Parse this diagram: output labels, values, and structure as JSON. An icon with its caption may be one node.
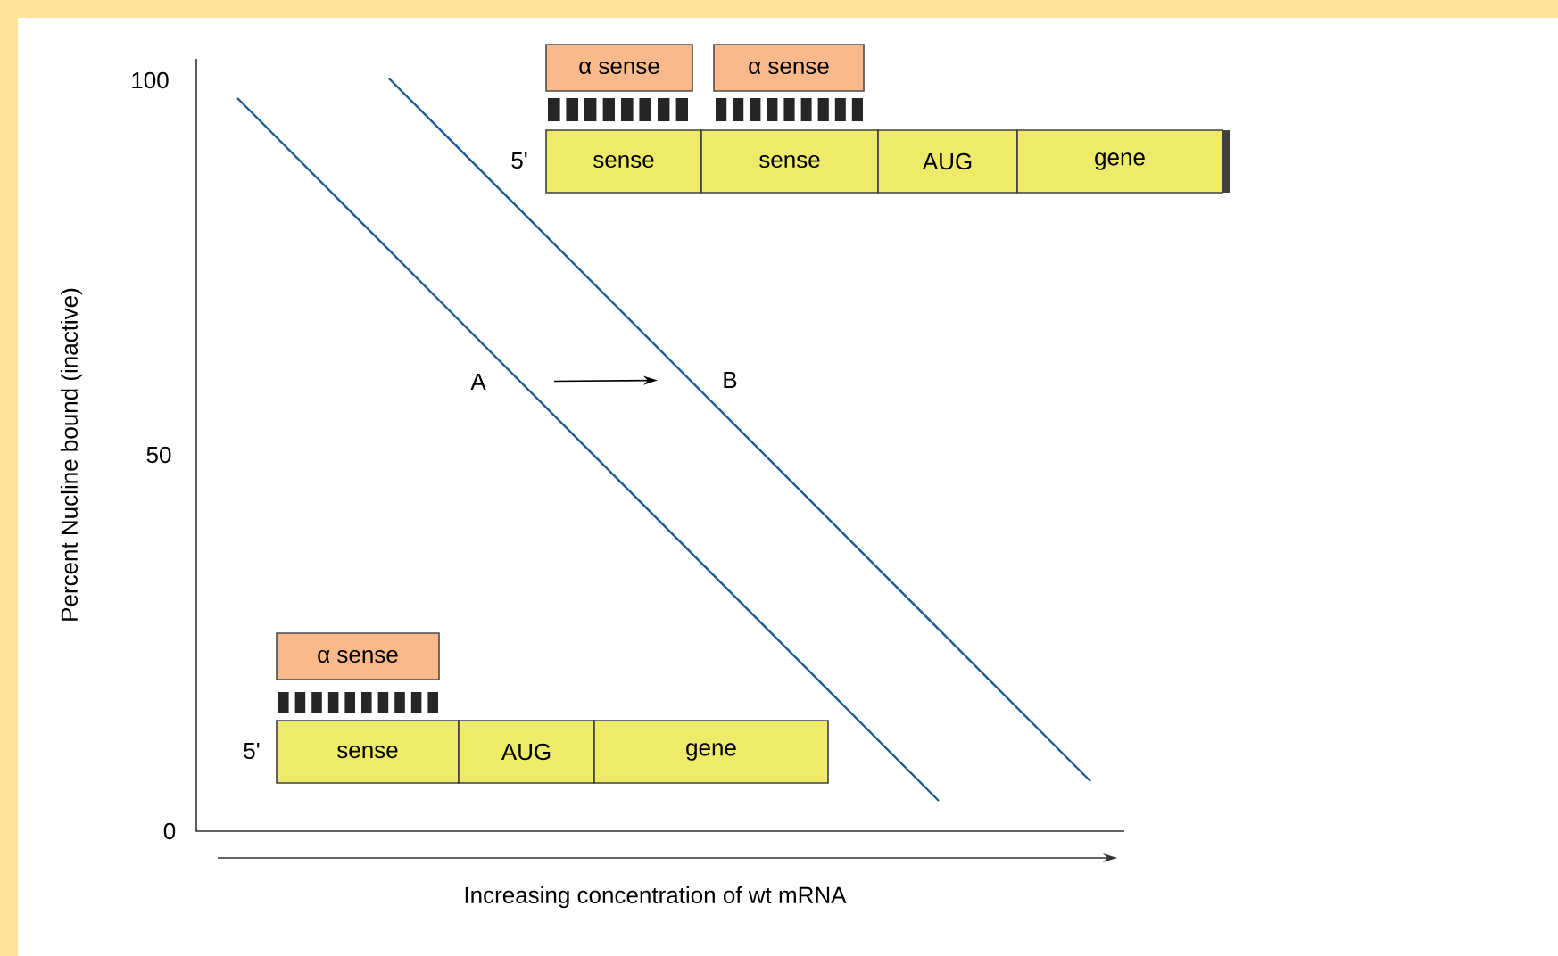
{
  "diagram": {
    "nodes": [
      {
        "text": [
          "α sense"
        ]
      },
      {
        "text": [
          "α sense"
        ]
      },
      {
        "text": [
          "sense"
        ]
      },
      {
        "text": [
          "sense"
        ]
      },
      {
        "text": [
          "AUG"
        ]
      },
      {
        "text": [
          "gene"
        ]
      },
      {
        "text": [
          "α sense"
        ]
      },
      {
        "text": [
          "sense"
        ]
      },
      {
        "text": [
          "AUG"
        ]
      },
      {
        "text": [
          "gene"
        ]
      },
      {
        "text": [
          "A"
        ]
      },
      {
        "text": [
          "B"
        ]
      }
    ],
    "edges": [
      {
        "from": 10,
        "to": 11,
        "arrow": "to"
      }
    ],
    "labels": [
      "100",
      "5'",
      "50",
      "5'",
      "0",
      "Percent Nucline bound (inactive)",
      "Increasing concentration of wt mRNA"
    ]
  }
}
